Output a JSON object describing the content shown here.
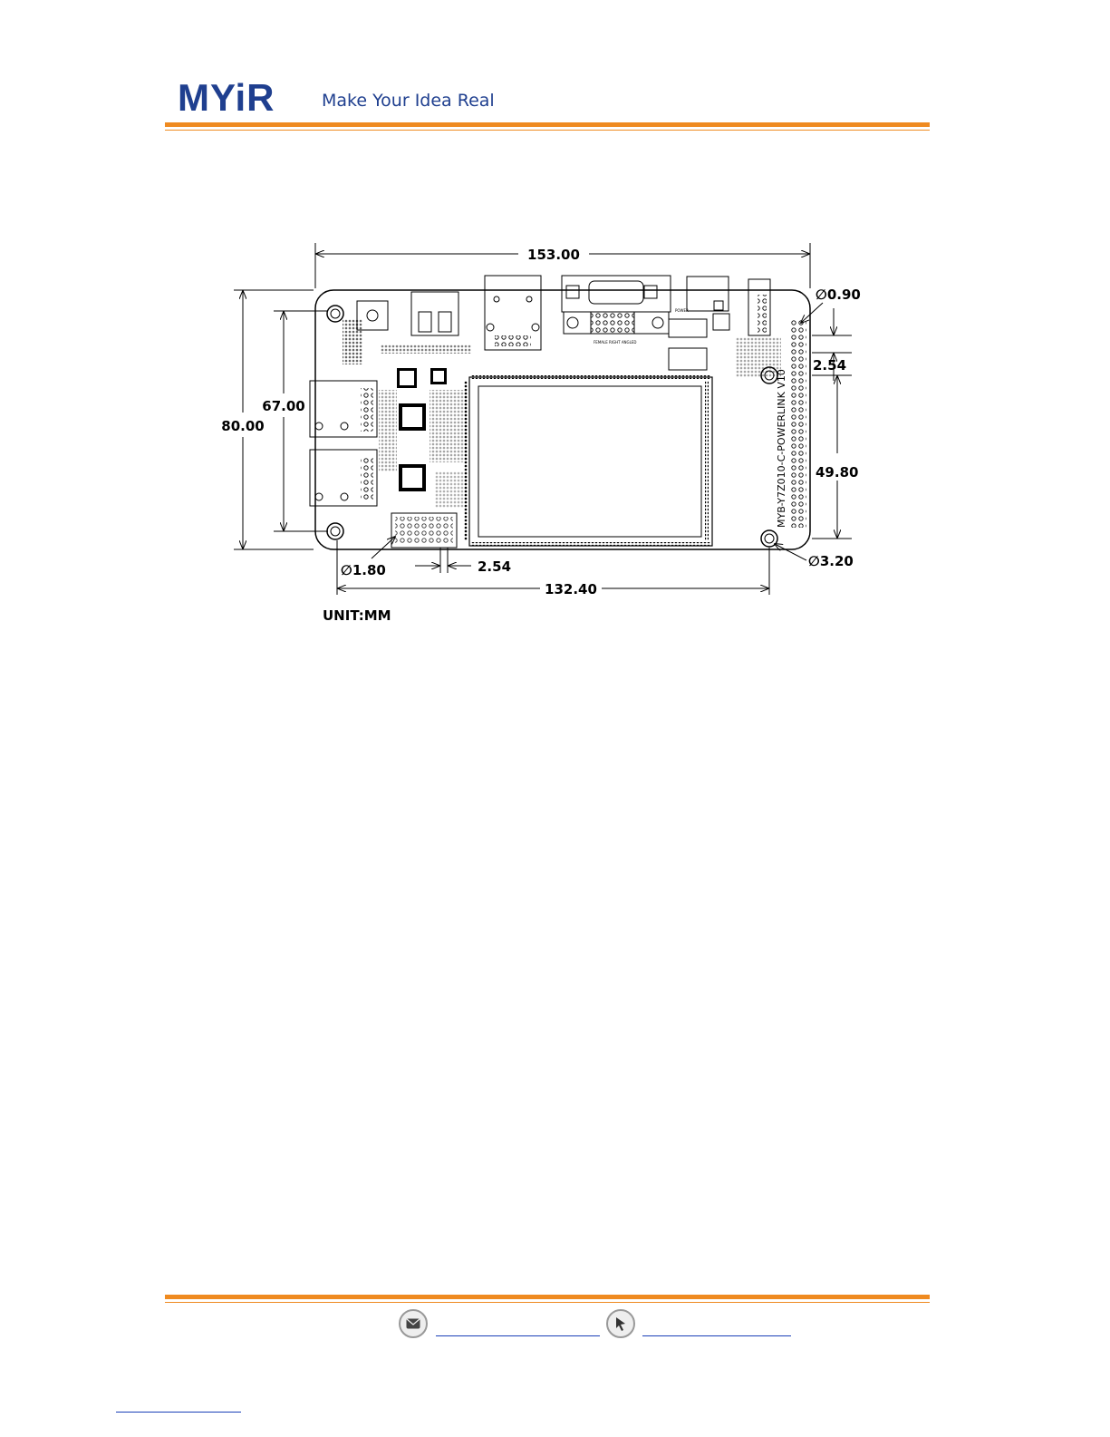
{
  "header": {
    "logo_text": "MYiR",
    "tagline": "Make Your Idea Real",
    "accent_color": "#ef8a20",
    "brand_color": "#1f3f8f"
  },
  "drawing": {
    "board_silkscreen": "MYB-Y7Z010-C-POWERLINK V10",
    "unit_label": "UNIT:MM",
    "dimensions": {
      "overall_width": "153.00",
      "overall_height": "80.00",
      "inner_height": "67.00",
      "header_pitch_right": "2.54",
      "header_height": "49.80",
      "hole_diameter_small": "∅0.90",
      "hole_diameter_mount": "∅3.20",
      "hole_diameter_left": "∅1.80",
      "bottom_pitch": "2.54",
      "hole_spacing": "132.40"
    }
  },
  "footer": {
    "mail_icon": "mail-icon",
    "cursor_icon": "cursor-icon"
  }
}
